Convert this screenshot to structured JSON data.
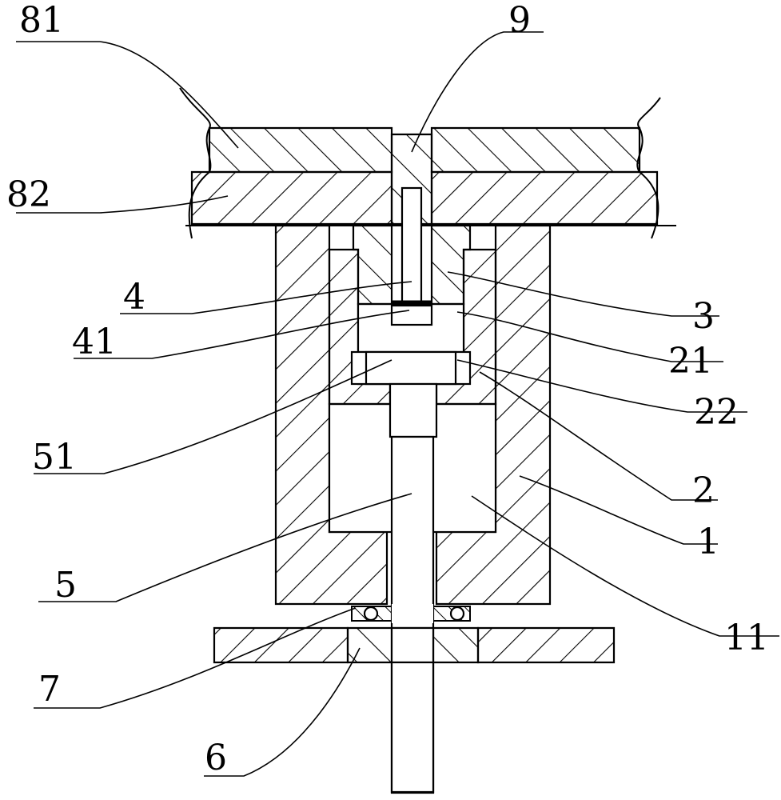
{
  "diagram": {
    "labels": {
      "l81": "81",
      "l9": "9",
      "l82": "82",
      "l4": "4",
      "l41": "41",
      "l3": "3",
      "l21": "21",
      "l22": "22",
      "l51": "51",
      "l2": "2",
      "l1": "1",
      "l5": "5",
      "l11": "11",
      "l7": "7",
      "l6": "6"
    }
  }
}
